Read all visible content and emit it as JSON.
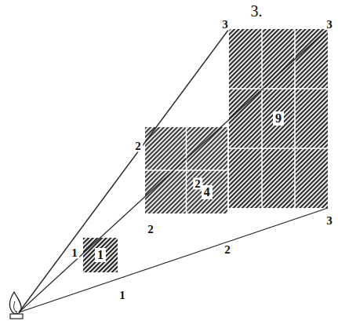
{
  "diagram": {
    "title": "3.",
    "nodes": [
      {
        "text": [
          "9"
        ]
      },
      {
        "text": [
          "4"
        ]
      },
      {
        "text": [
          "1"
        ]
      }
    ],
    "labels": [
      "3",
      "3",
      "3",
      "2",
      "2",
      "2",
      "2",
      "1",
      "1"
    ]
  }
}
